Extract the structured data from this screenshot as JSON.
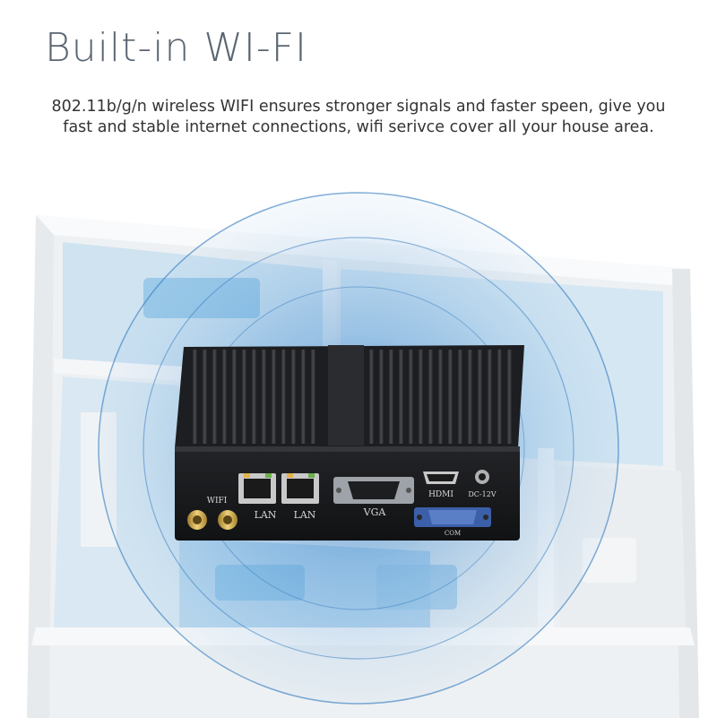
{
  "header": {
    "title": "Built-in WI-FI",
    "description_line1": "802.11b/g/n wireless WIFI ensures stronger signals and faster speen, give you",
    "description_line2": "fast and stable internet connections, wifi serivce cover all your house area."
  },
  "device": {
    "ports": {
      "wifi": "WIFI",
      "lan1": "LAN",
      "lan2": "LAN",
      "vga": "VGA",
      "hdmi": "HDMI",
      "dc": "DC-12V",
      "com": "COM"
    }
  },
  "colors": {
    "signal_blue": "#3f86c8",
    "floor_blue": "#8fc3e6",
    "wall_white": "#f6f7f8",
    "device_black": "#1a1b1d",
    "title_gray": "#5a6672"
  },
  "icons": [
    "wifi-antenna-icon",
    "ethernet-port-icon",
    "vga-port-icon",
    "hdmi-port-icon",
    "dc-jack-icon",
    "serial-port-icon"
  ]
}
